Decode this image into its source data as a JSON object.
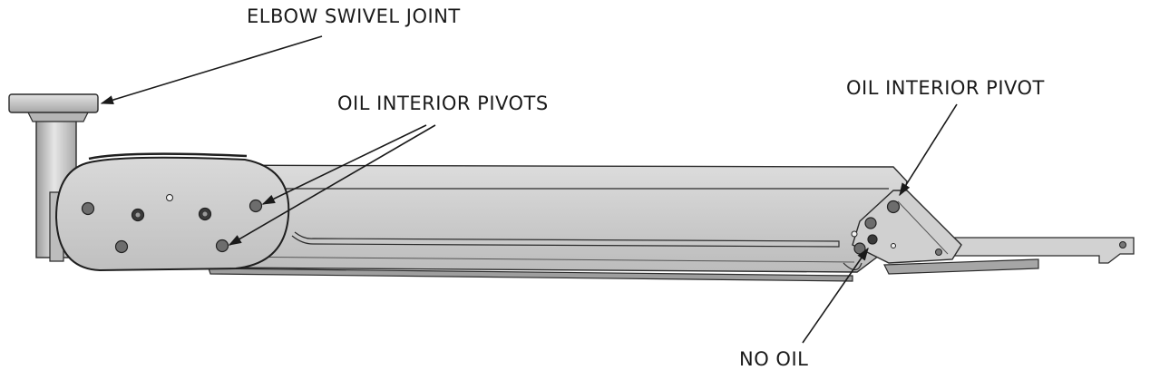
{
  "labels": {
    "elbow_swivel_joint": "ELBOW SWIVEL JOINT",
    "oil_interior_pivots": "OIL INTERIOR PIVOTS",
    "oil_interior_pivot": "OIL INTERIOR PIVOT",
    "no_oil": "NO OIL"
  },
  "colors": {
    "text": "#1a1a1a",
    "outline": "#2b2b2b",
    "arm_light": "#d7d7d7",
    "arm_mid": "#c4c4c4",
    "arm_dark": "#9e9e9e",
    "pivot_fill": "#6d6d6d"
  }
}
